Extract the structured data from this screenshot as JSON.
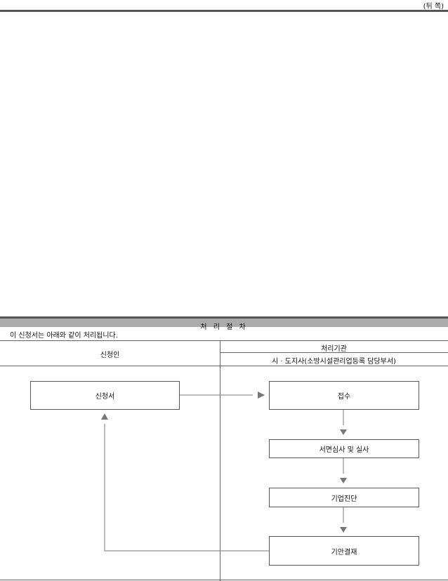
{
  "page_label": "(뒤 쪽)",
  "section_title": "처 리 절 차",
  "intro_text": "이 신청서는 아래와 같이 처리됩니다.",
  "columns": {
    "applicant": "신청인",
    "agency": "처리기관",
    "agency_sub": "시 · 도지사(소방시설관리업등록 담당부서)"
  },
  "steps": {
    "application": "신청서",
    "receipt": "접수",
    "review": "서면심사 및 실사",
    "diagnosis": "기업진단",
    "approval": "기안결재"
  }
}
